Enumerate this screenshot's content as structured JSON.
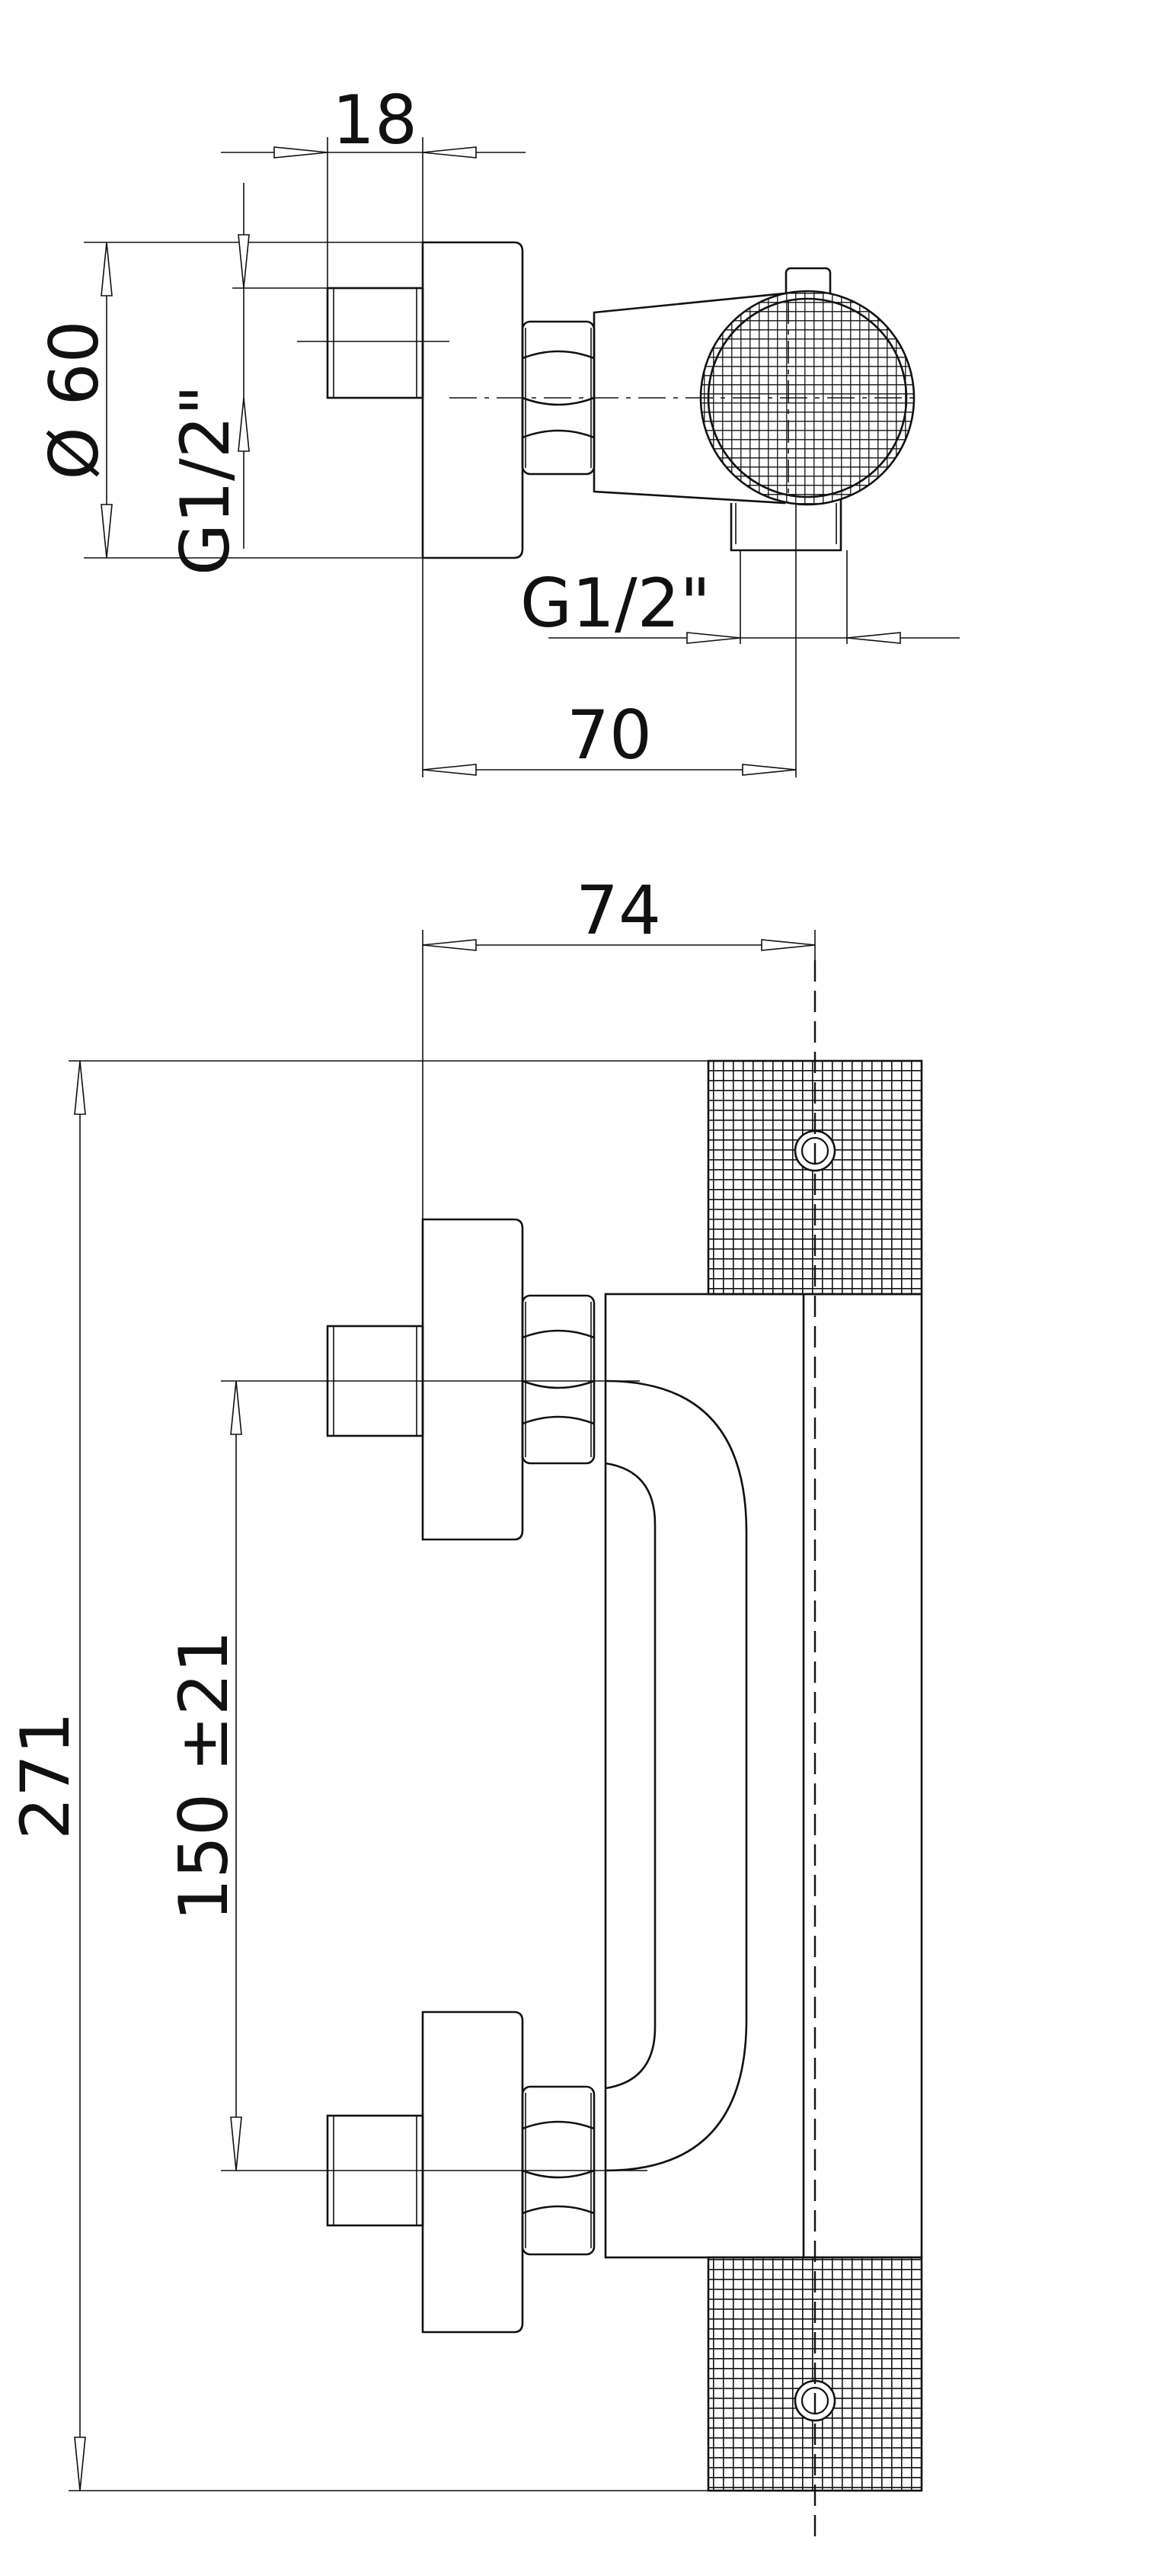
{
  "dimensions": {
    "outlet_length": "18",
    "body_diameter": "Ø 60",
    "inlet_thread_left": "G1/2\"",
    "inlet_thread_bottom": "G1/2\"",
    "wall_projection": "70",
    "overall_projection": "74",
    "inlet_spacing": "150 ±21",
    "total_length": "271"
  },
  "colors": {
    "line": "#111111",
    "background": "#ffffff"
  }
}
